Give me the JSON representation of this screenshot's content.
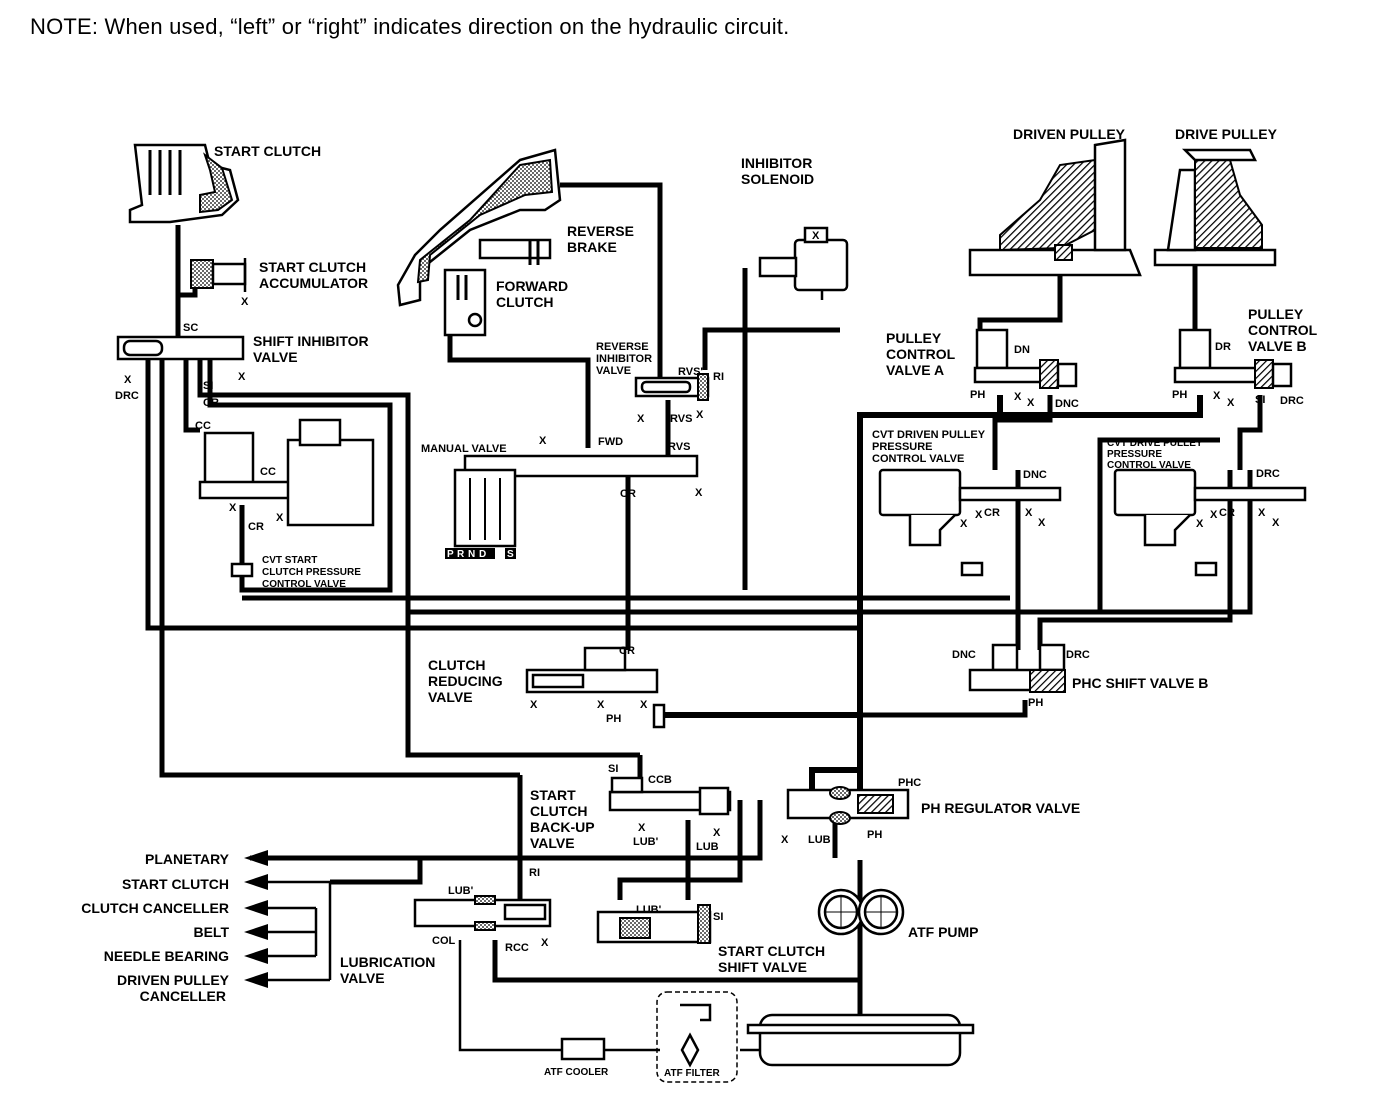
{
  "note": "NOTE: When used, “left” or “right” indicates direction on the hydraulic circuit.",
  "components": {
    "start_clutch": "START CLUTCH",
    "start_clutch_accumulator": [
      "START CLUTCH",
      "ACCUMULATOR"
    ],
    "shift_inhibitor_valve": [
      "SHIFT INHIBITOR",
      "VALVE"
    ],
    "reverse_brake": [
      "REVERSE",
      "BRAKE"
    ],
    "forward_clutch": [
      "FORWARD",
      "CLUTCH"
    ],
    "inhibitor_solenoid": [
      "INHIBITOR",
      "SOLENOID"
    ],
    "reverse_inhibitor_valve": [
      "REVERSE",
      "INHIBITOR",
      "VALVE"
    ],
    "manual_valve": "MANUAL VALVE",
    "manual_valve_positions": [
      "P",
      "R",
      "N",
      "D",
      "S"
    ],
    "cvt_start_clutch_pcv": [
      "CVT START",
      "CLUTCH PRESSURE",
      "CONTROL VALVE"
    ],
    "driven_pulley": "DRIVEN PULLEY",
    "drive_pulley": "DRIVE PULLEY",
    "pulley_control_valve_a": [
      "PULLEY",
      "CONTROL",
      "VALVE A"
    ],
    "pulley_control_valve_b": [
      "PULLEY",
      "CONTROL",
      "VALVE B"
    ],
    "cvt_driven_pulley_pcv": [
      "CVT DRIVEN PULLEY",
      "PRESSURE",
      "CONTROL VALVE"
    ],
    "cvt_drive_pulley_pcv": [
      "CVT DRIVE PULLEY",
      "PRESSURE",
      "CONTROL VALVE"
    ],
    "clutch_reducing_valve": [
      "CLUTCH",
      "REDUCING",
      "VALVE"
    ],
    "phc_shift_valve_b": "PHC SHIFT VALVE B",
    "start_clutch_backup_valve": [
      "START",
      "CLUTCH",
      "BACK-UP",
      "VALVE"
    ],
    "ph_regulator_valve": "PH REGULATOR VALVE",
    "lubrication_valve": [
      "LUBRICATION",
      "VALVE"
    ],
    "start_clutch_shift_valve": [
      "START CLUTCH",
      "SHIFT VALVE"
    ],
    "atf_pump": "ATF PUMP",
    "atf_cooler": "ATF COOLER",
    "atf_filter": "ATF FILTER"
  },
  "lube_outputs": [
    "PLANETARY",
    "START CLUTCH",
    "CLUTCH CANCELLER",
    "BELT",
    "NEEDLE BEARING",
    "DRIVEN PULLEY",
    "CANCELLER"
  ],
  "ports": {
    "x": "X",
    "sc": "SC",
    "drc": "DRC",
    "dnc": "DNC",
    "ccb": "CCB",
    "si": "SI",
    "cr": "CR",
    "cc": "CC",
    "fwd": "FWD",
    "rvs": "RVS",
    "rvs_prime": "RVS'",
    "ri": "RI",
    "ph": "PH",
    "phc": "PHC",
    "dn": "DN",
    "dr": "DR",
    "lub": "LUB",
    "lub_prime": "LUB'",
    "col": "COL",
    "rcc": "RCC"
  }
}
